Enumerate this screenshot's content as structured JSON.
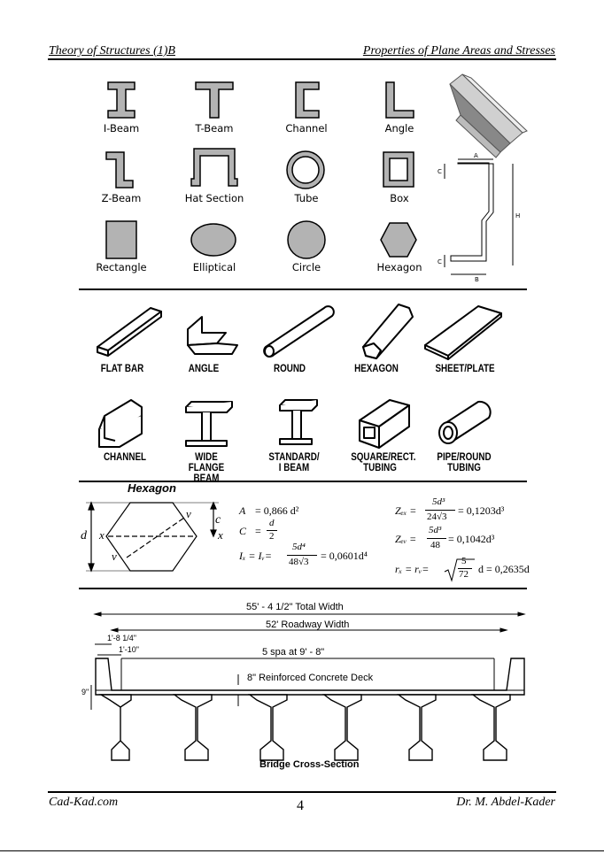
{
  "header": {
    "left": "Theory of Structures (1)B",
    "right": "Properties of Plane Areas and Stresses"
  },
  "shapes_grid": {
    "labels": [
      "I-Beam",
      "T-Beam",
      "Channel",
      "Angle",
      "Z-Beam",
      "Hat Section",
      "Tube",
      "Box",
      "Rectangle",
      "Elliptical",
      "Circle",
      "Hexagon"
    ],
    "zsection_dims": {
      "a": "A",
      "b": "B",
      "c": "C",
      "h": "H"
    }
  },
  "stock_shapes": {
    "labels": [
      "FLAT BAR",
      "ANGLE",
      "ROUND",
      "HEXAGON",
      "SHEET/PLATE",
      "CHANNEL",
      "WIDE FLANGE BEAM",
      "STANDARD/ I BEAM",
      "SQUARE/RECT. TUBING",
      "PIPE/ROUND TUBING"
    ]
  },
  "hexagon": {
    "title": "Hexagon",
    "fig_labels": {
      "d": "d",
      "x_left": "x",
      "x_right": "x",
      "v_top": "v",
      "v_bottom": "v",
      "c": "c"
    },
    "formulas": {
      "A": "= 0,866 d²",
      "C_lhs": "C",
      "C_num": "d",
      "C_den": "2",
      "I_lhs": "Iₓ = Iᵥ=",
      "I_num": "5d⁴",
      "I_den": "48√3",
      "I_rhs": "= 0,0601d⁴",
      "Zex_lhs": "Zₑₓ =",
      "Zex_num": "5d³",
      "Zex_den": "24√3",
      "Zex_rhs": "= 0,1203d³",
      "Zev_lhs": "Zₑᵥ =",
      "Zev_num": "5d³",
      "Zev_den": "48",
      "Zev_rhs": "= 0,1042d³",
      "r_lhs": "rₓ = rᵥ=",
      "r_num": "5",
      "r_den": "72",
      "r_rhs": "d = 0,2635d"
    }
  },
  "bridge": {
    "total_width": "55' - 4 1/2\" Total Width",
    "roadway_width": "52' Roadway Width",
    "dim1": "1'-8 1/4\"",
    "dim2": "1'-10\"",
    "spacing": "5 spa at 9' - 8\"",
    "deck": "8\" Reinforced Concrete Deck",
    "dim3": "9\"",
    "caption": "Bridge Cross-Section"
  },
  "footer": {
    "left": "Cad-Kad.com",
    "page": "4",
    "right": "Dr. M. Abdel-Kader"
  }
}
